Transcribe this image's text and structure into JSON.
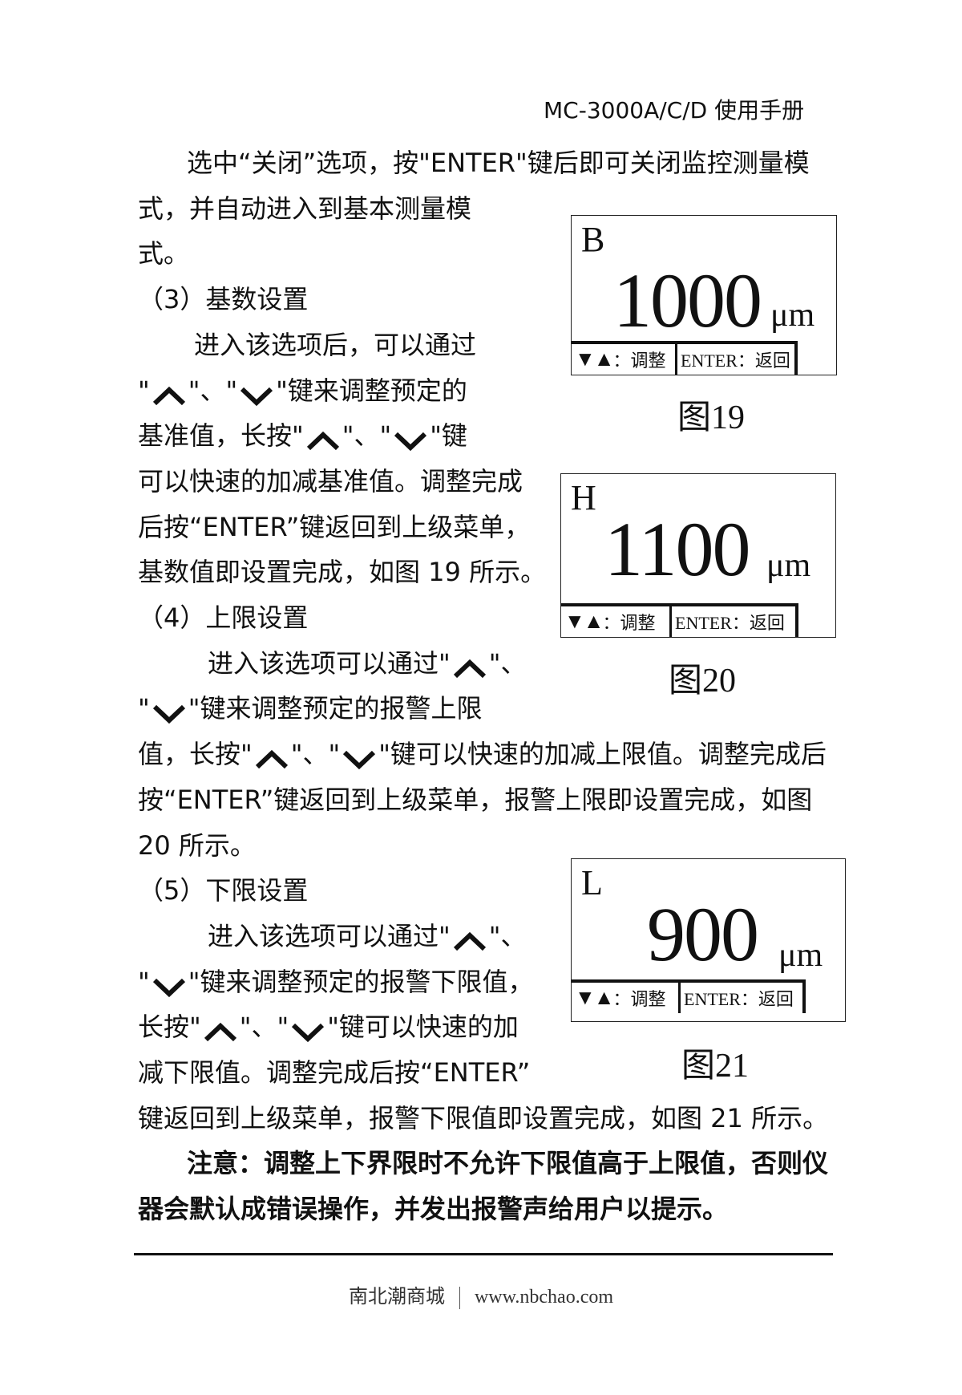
{
  "header": {
    "title": "MC-3000A/C/D 使用手册"
  },
  "lines": [
    {
      "indent": 1,
      "segs": [
        {
          "t": "选中“关闭”选项，按\"ENTER\"键后即可关闭监控测量模"
        }
      ]
    },
    {
      "indent": 0,
      "segs": [
        {
          "t": "式，并自动进入到基本测量模"
        }
      ]
    },
    {
      "indent": 0,
      "segs": [
        {
          "t": "式。"
        }
      ]
    },
    {
      "indent": 0,
      "segs": [
        {
          "t": "（3）基数设置"
        }
      ]
    },
    {
      "indent": 2,
      "segs": [
        {
          "t": "进入该选项后，可以通过"
        }
      ]
    },
    {
      "indent": 0,
      "segs": [
        {
          "t": "\""
        },
        {
          "icon": "up"
        },
        {
          "t": "\"、\""
        },
        {
          "icon": "down"
        },
        {
          "t": "\"键来调整预定的"
        }
      ]
    },
    {
      "indent": 0,
      "segs": [
        {
          "t": "基准值，长按\""
        },
        {
          "icon": "up"
        },
        {
          "t": "\"、\""
        },
        {
          "icon": "down"
        },
        {
          "t": "\"键"
        }
      ]
    },
    {
      "indent": 0,
      "segs": [
        {
          "t": "可以快速的加减基准值。调整完成"
        }
      ]
    },
    {
      "indent": 0,
      "segs": [
        {
          "t": "后按“ENTER”键返回到上级菜单，"
        }
      ]
    },
    {
      "indent": 0,
      "segs": [
        {
          "t": "基数值即设置完成，如图 19 所示。"
        }
      ]
    },
    {
      "indent": 0,
      "segs": [
        {
          "t": "（4）上限设置"
        }
      ]
    },
    {
      "indent": 3,
      "segs": [
        {
          "t": "进入该选项可以通过\""
        },
        {
          "icon": "up"
        },
        {
          "t": "\"、"
        }
      ]
    },
    {
      "indent": 0,
      "segs": [
        {
          "t": "\""
        },
        {
          "icon": "down"
        },
        {
          "t": "\"键来调整预定的报警上限"
        }
      ]
    },
    {
      "indent": 0,
      "segs": [
        {
          "t": "值，长按\""
        },
        {
          "icon": "up"
        },
        {
          "t": "\"、\""
        },
        {
          "icon": "down"
        },
        {
          "t": "\"键可以快速的加减上限值。调整完成后"
        }
      ]
    },
    {
      "indent": 0,
      "segs": [
        {
          "t": "按“ENTER”键返回到上级菜单，报警上限即设置完成，如图"
        }
      ]
    },
    {
      "indent": 0,
      "segs": [
        {
          "t": "20 所示。"
        }
      ]
    },
    {
      "indent": 0,
      "segs": [
        {
          "t": "（5）下限设置"
        }
      ]
    },
    {
      "indent": 3,
      "segs": [
        {
          "t": "进入该选项可以通过\""
        },
        {
          "icon": "up"
        },
        {
          "t": "\"、"
        }
      ]
    },
    {
      "indent": 0,
      "segs": [
        {
          "t": "\""
        },
        {
          "icon": "down"
        },
        {
          "t": "\"键来调整预定的报警下限值，"
        }
      ]
    },
    {
      "indent": 0,
      "segs": [
        {
          "t": "长按\""
        },
        {
          "icon": "up"
        },
        {
          "t": "\"、\""
        },
        {
          "icon": "down"
        },
        {
          "t": "\"键可以快速的加"
        }
      ]
    },
    {
      "indent": 0,
      "segs": [
        {
          "t": "减下限值。调整完成后按“ENTER”"
        }
      ]
    },
    {
      "indent": 0,
      "segs": [
        {
          "t": "键返回到上级菜单，报警下限值即设置完成，如图 21 所示。"
        }
      ]
    },
    {
      "indent": 1,
      "bold": true,
      "segs": [
        {
          "t": "注意：调整上下界限时不允许下限值高于上限值，否则仪"
        }
      ]
    },
    {
      "indent": 0,
      "bold": true,
      "segs": [
        {
          "t": "器会默认成错误操作，并发出报警声给用户以提示。"
        }
      ]
    }
  ],
  "figures": [
    {
      "mode": "B",
      "value": "1000",
      "unit": "μm",
      "arrows": "▼▲",
      "adjust": "：调整",
      "enter": "ENTER：返回",
      "caption": "图19"
    },
    {
      "mode": "H",
      "value": "1100",
      "unit": "μm",
      "arrows": "▼▲",
      "adjust": "：调整",
      "enter": "ENTER：返回",
      "caption": "图20"
    },
    {
      "mode": "L",
      "value": "900",
      "unit": "μm",
      "arrows": "▼▲",
      "adjust": "：调整",
      "enter": "ENTER：返回",
      "caption": "图21"
    }
  ],
  "footer": {
    "site_name": "南北潮商城",
    "url": "www.nbchao.com"
  }
}
